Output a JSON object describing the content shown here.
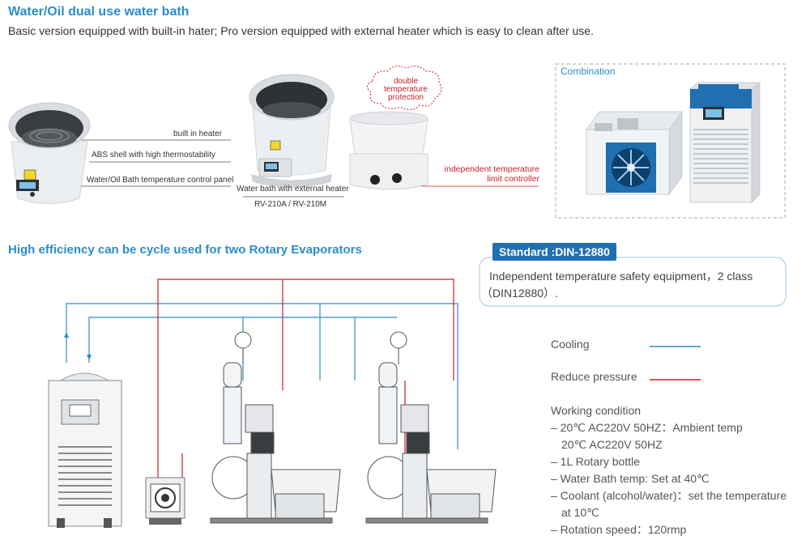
{
  "header": {
    "title": "Water/Oil dual use water bath",
    "subtitle": "Basic version equipped with built-in hater; Pro version equipped with external heater which is easy to clean after use."
  },
  "callouts": {
    "built_in_heater": "built in heater",
    "abs_shell": "ABS shell with high thermostability",
    "control_panel": "Water/Oil Bath temperature control panel",
    "external_heater": "Water bath with external heater",
    "models": "RV-210A / RV-210M",
    "double_protection": "double temperature protection",
    "limit_controller": "independent temperature limit controller"
  },
  "combination": {
    "label": "Combination"
  },
  "section2": {
    "title": "High efficiency can be cycle used for two Rotary Evaporators"
  },
  "standard": {
    "tag": "Standard :DIN-12880",
    "line1": "Independent temperature safety equipment，2 class",
    "line2": "（DIN12880）."
  },
  "legend": {
    "cooling": "Cooling",
    "reduce_pressure": "Reduce pressure",
    "cooling_color": "#2b8ec6",
    "pressure_color": "#c8202a"
  },
  "working": {
    "title": "Working condition",
    "items": [
      "– 20℃ AC220V 50HZ：Ambient temp",
      "   20℃ AC220V 50HZ",
      "– 1L Rotary bottle",
      "– Water Bath temp: Set at 40℃",
      "– Coolant (alcohol/water)：set the temperature",
      "   at 10℃",
      "– Rotation speed：120rmp"
    ]
  }
}
